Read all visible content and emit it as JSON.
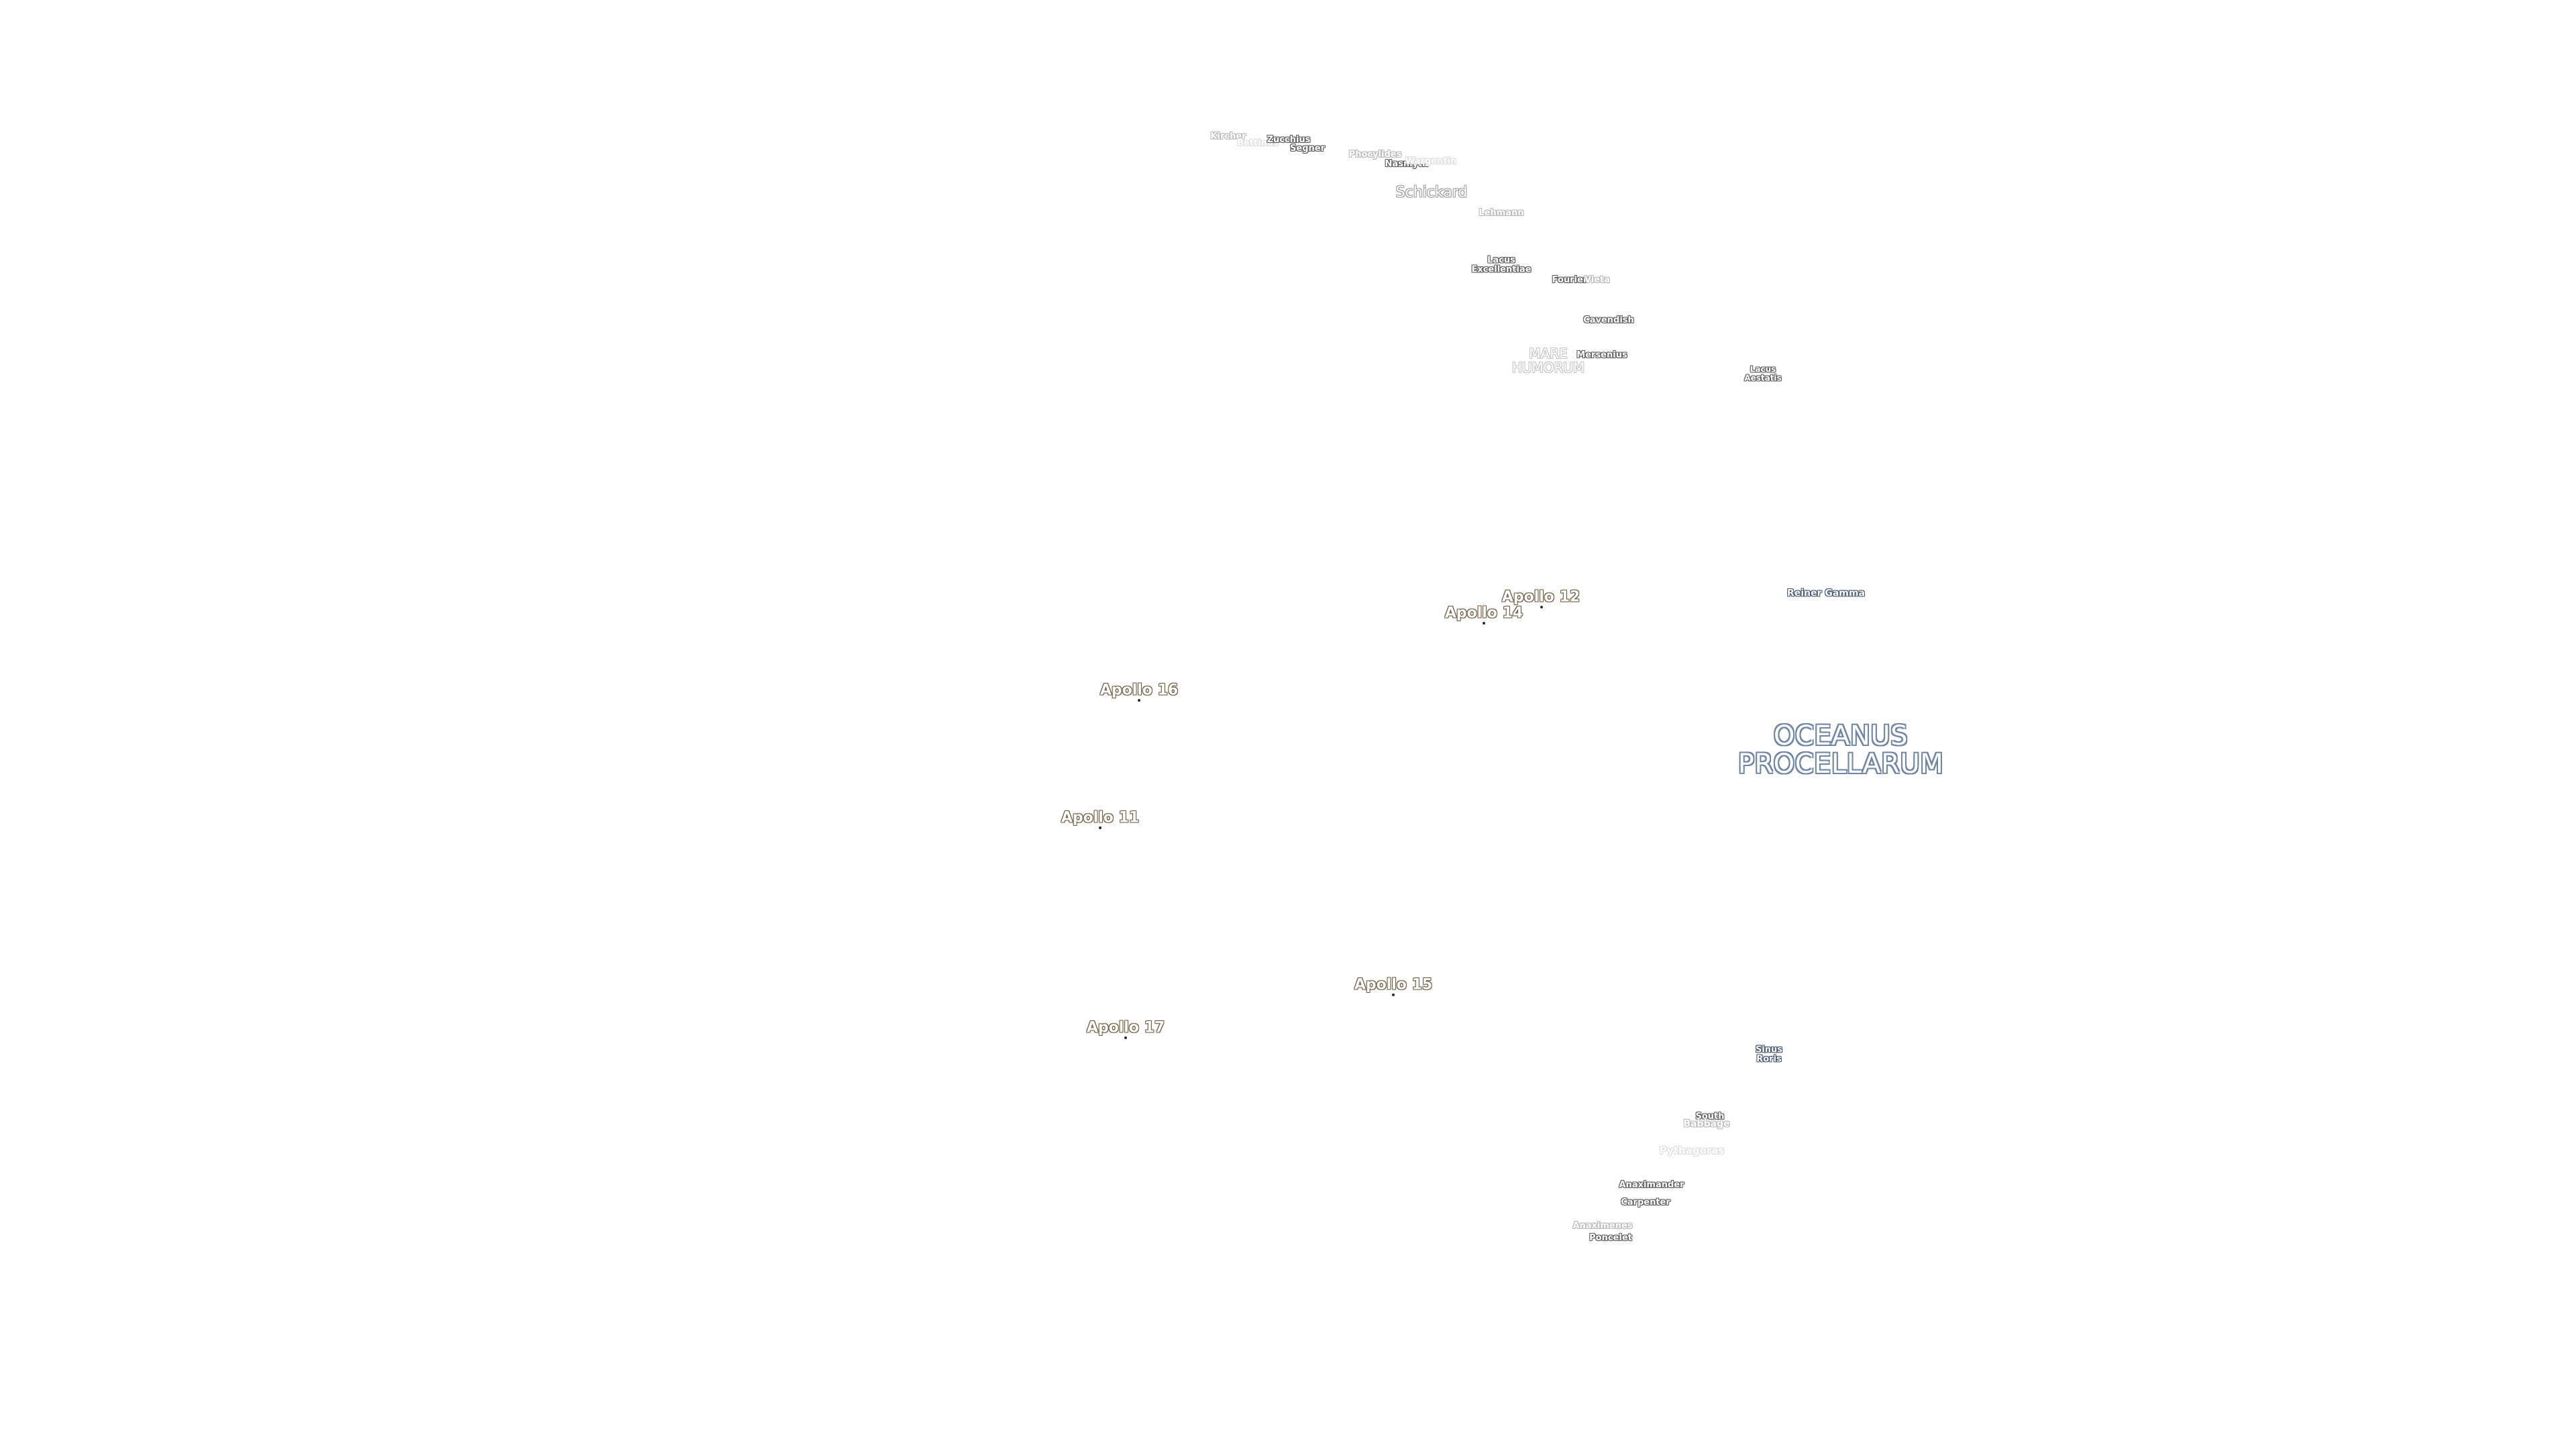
{
  "map": {
    "ocean": {
      "label": "OCEANUS\nPROCELLARUM"
    },
    "mare": {
      "label": "MARE\nHUMORUM"
    },
    "apollo_sites": [
      {
        "label": "Apollo 12"
      },
      {
        "label": "Apollo 14"
      },
      {
        "label": "Apollo 16"
      },
      {
        "label": "Apollo 11"
      },
      {
        "label": "Apollo 15"
      },
      {
        "label": "Apollo 17"
      }
    ],
    "features": [
      {
        "label": "Kircher"
      },
      {
        "label": "Bettinus"
      },
      {
        "label": "Zucchius"
      },
      {
        "label": "Segner"
      },
      {
        "label": "Phocylides"
      },
      {
        "label": "Nasmyth"
      },
      {
        "label": "Wargentin"
      },
      {
        "label": "Schickard"
      },
      {
        "label": "Lehmann"
      },
      {
        "label": "Lacus\nExcellentiae"
      },
      {
        "label": "Fourier"
      },
      {
        "label": "Vieta"
      },
      {
        "label": "Cavendish"
      },
      {
        "label": "Mersenius"
      },
      {
        "label": "Lacus\nAestatis"
      },
      {
        "label": "Reiner Gamma"
      },
      {
        "label": "Sinus\nRoris"
      },
      {
        "label": "South"
      },
      {
        "label": "Babbage"
      },
      {
        "label": "Pythagoras"
      },
      {
        "label": "Anaximander"
      },
      {
        "label": "Carpenter"
      },
      {
        "label": "Anaximenes"
      },
      {
        "label": "Poncelet"
      }
    ]
  }
}
